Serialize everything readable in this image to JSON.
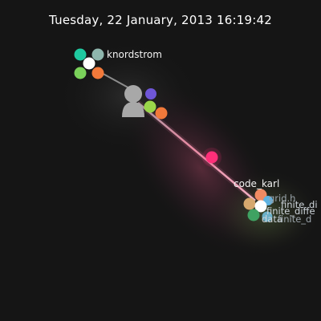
{
  "header": {
    "date": "Tuesday, 22 January, 2013 16:19:42"
  },
  "users": [
    {
      "name": "knordstrom"
    },
    {
      "name": "code_karl"
    }
  ],
  "files": [
    {
      "name": "grid.h"
    },
    {
      "name": "finite_di"
    },
    {
      "name": "finite_diffe"
    },
    {
      "name": "data"
    },
    {
      "name": "finite_d"
    }
  ],
  "colors": {
    "background": "#151515",
    "beam": "#e48aa0",
    "avatar": "#a8a8a8",
    "spark": "#ff2f7a",
    "teal": "#1fc9a0",
    "sage": "#8fb6ad",
    "white": "#ffffff",
    "green": "#7ad15a",
    "orange": "#f2793a",
    "purple": "#6f56d8",
    "lightgreen": "#9ad64a",
    "salmon": "#f08a62",
    "tan": "#d6a86e",
    "blue": "#5fb2e0",
    "darkgreen": "#3fa262"
  }
}
